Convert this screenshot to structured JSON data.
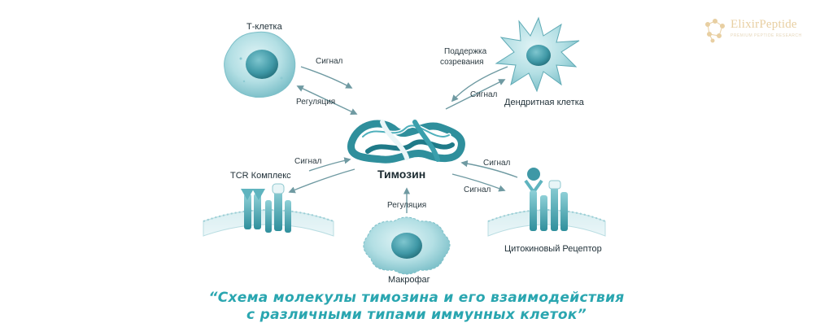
{
  "brand": {
    "name": "ElixirPeptide",
    "tagline": "PREMIUM PEPTIDE RESEARCH"
  },
  "center": {
    "label": "Тимозин"
  },
  "cells": {
    "t_cell": "Т-клетка",
    "dendritic": "Дендритная клетка",
    "tcr": "TCR Комплекс",
    "receptor": "Цитокиновый Рецептор",
    "macrophage": "Макрофаг"
  },
  "arrows": {
    "t_signal": "Сигнал",
    "t_regulation": "Регуляция",
    "dendritic_support_1": "Поддержка",
    "dendritic_support_2": "созревания",
    "dendritic_signal": "Сигнал",
    "tcr_signal": "Сигнал",
    "receptor_signal_top": "Сигнал",
    "receptor_signal_bottom": "Сигнал",
    "macrophage_regulation": "Регуляция"
  },
  "caption": {
    "line1": "“Схема молекулы тимозина и его взаимодействия",
    "line2": "с различными типами иммунных клеток”"
  },
  "colors": {
    "accent": "#2aa6b0",
    "cell": "#a9d9df",
    "nucleus": "#3f98a6",
    "arrow": "#6f9aa2",
    "logo": "#e8cfa2"
  }
}
